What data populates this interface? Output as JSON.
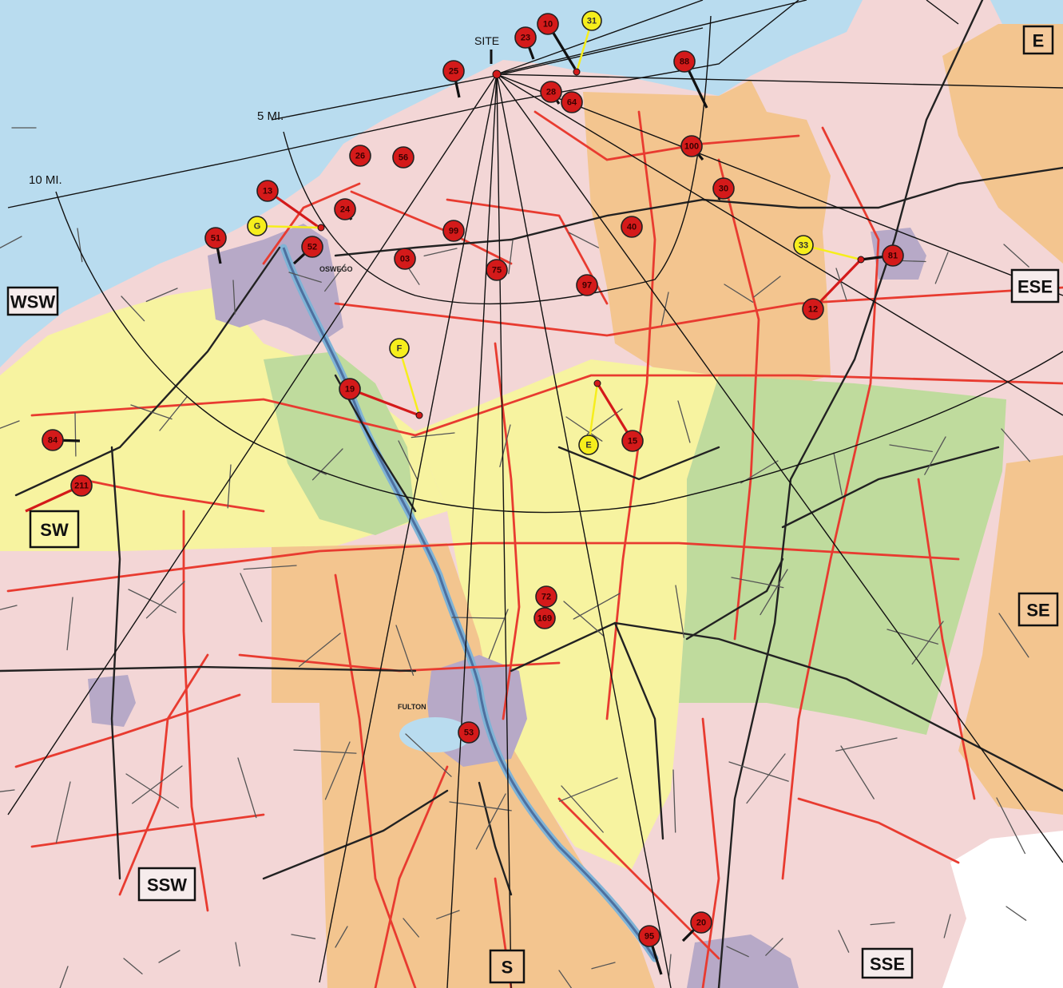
{
  "map": {
    "site_label": "SITE",
    "rings": [
      {
        "id": "5mi",
        "label": "5 MI."
      },
      {
        "id": "10mi",
        "label": "10 MI."
      }
    ],
    "city_labels": [
      {
        "id": "oswego",
        "text": "OSWEGO"
      },
      {
        "id": "fulton",
        "text": "FULTON"
      }
    ],
    "sectors": [
      {
        "id": "E",
        "label": "E",
        "style": "orange"
      },
      {
        "id": "ESE",
        "label": "ESE",
        "style": "white"
      },
      {
        "id": "SE",
        "label": "SE",
        "style": "orange"
      },
      {
        "id": "SSE",
        "label": "SSE",
        "style": "white"
      },
      {
        "id": "S",
        "label": "S",
        "style": "orange"
      },
      {
        "id": "SSW",
        "label": "SSW",
        "style": "white"
      },
      {
        "id": "SW",
        "label": "SW",
        "style": "yellow"
      },
      {
        "id": "WSW",
        "label": "WSW",
        "style": "white"
      }
    ],
    "red_markers": [
      {
        "id": "r1",
        "label": "10"
      },
      {
        "id": "r2",
        "label": "23"
      },
      {
        "id": "r3",
        "label": "25"
      },
      {
        "id": "r4",
        "label": "88"
      },
      {
        "id": "r5",
        "label": "28"
      },
      {
        "id": "r6",
        "label": "64"
      },
      {
        "id": "r7",
        "label": "100"
      },
      {
        "id": "r8",
        "label": "26"
      },
      {
        "id": "r9",
        "label": "56"
      },
      {
        "id": "r10",
        "label": "13"
      },
      {
        "id": "r11",
        "label": "24"
      },
      {
        "id": "r12",
        "label": "99"
      },
      {
        "id": "r13",
        "label": "40"
      },
      {
        "id": "r14",
        "label": "51"
      },
      {
        "id": "r15",
        "label": "52"
      },
      {
        "id": "r16",
        "label": "03"
      },
      {
        "id": "r17",
        "label": "75"
      },
      {
        "id": "r18",
        "label": "97"
      },
      {
        "id": "r19",
        "label": "81"
      },
      {
        "id": "r20",
        "label": "30"
      },
      {
        "id": "r21",
        "label": "12"
      },
      {
        "id": "r22",
        "label": "19"
      },
      {
        "id": "r23",
        "label": "84"
      },
      {
        "id": "r24",
        "label": "211"
      },
      {
        "id": "r25",
        "label": "72"
      },
      {
        "id": "r26",
        "label": "169"
      },
      {
        "id": "r27",
        "label": "53"
      },
      {
        "id": "r28",
        "label": "15"
      },
      {
        "id": "r29",
        "label": "20"
      },
      {
        "id": "r30",
        "label": "95"
      }
    ],
    "yellow_markers": [
      {
        "id": "y1",
        "label": "31"
      },
      {
        "id": "y2",
        "label": "G"
      },
      {
        "id": "y3",
        "label": "33"
      },
      {
        "id": "y4",
        "label": "F"
      },
      {
        "id": "y5",
        "label": "E"
      }
    ],
    "colors": {
      "water": "#b9dcef",
      "zone_pink": "#f3d6d6",
      "zone_orange": "#f3c58f",
      "zone_yellow": "#f7f3a0",
      "zone_green": "#bfdb9d",
      "urban": "#b7a9c7",
      "road_red": "#e83b30",
      "road_black": "#222222",
      "marker_red": "#d41a1a",
      "marker_yellow": "#f6ee1c"
    }
  }
}
